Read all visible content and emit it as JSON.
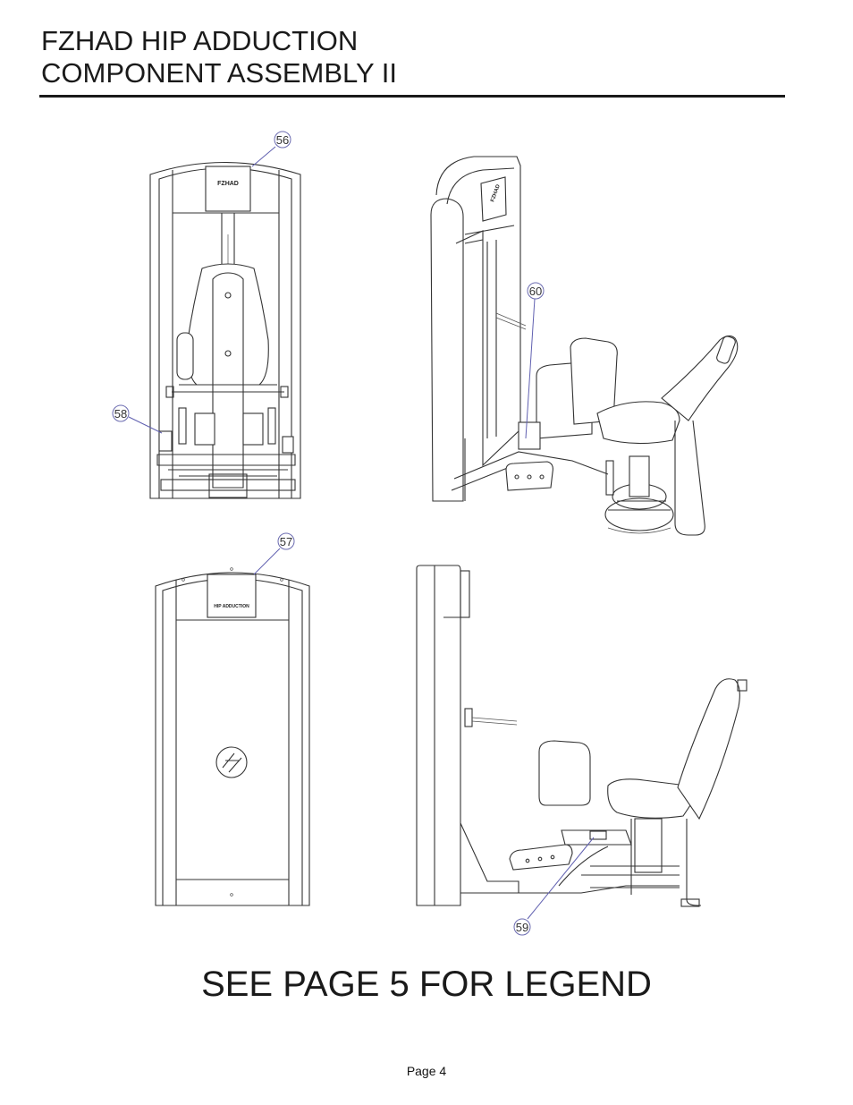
{
  "header": {
    "title_line1": "FZHAD HIP ADDUCTION",
    "title_line2": "COMPONENT ASSEMBLY II"
  },
  "views": {
    "front_label": "FZHAD",
    "rear_label": "HIP ADDUCTION"
  },
  "callouts": [
    {
      "id": "56",
      "label": "56"
    },
    {
      "id": "58",
      "label": "58"
    },
    {
      "id": "60",
      "label": "60"
    },
    {
      "id": "57",
      "label": "57"
    },
    {
      "id": "59",
      "label": "59"
    }
  ],
  "legend_note": "SEE PAGE 5 FOR LEGEND",
  "footer": {
    "page": "Page 4"
  }
}
